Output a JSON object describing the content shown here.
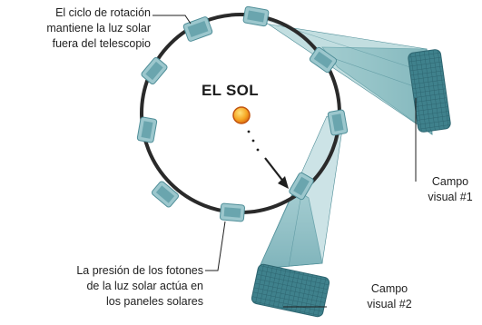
{
  "diagram": {
    "sun_label": "EL SOL",
    "notes": {
      "rotation": [
        "El ciclo de rotación",
        "mantiene la luz solar",
        "fuera del telescopio"
      ],
      "photon": [
        "La presión de los fotones",
        "de la luz solar actúa en",
        "los paneles solares"
      ],
      "field1": [
        "Campo",
        "visual #1"
      ],
      "field2": [
        "Campo",
        "visual #2"
      ]
    },
    "colors": {
      "orbit": "#2a2a2a",
      "satellite": "#8fbfc6",
      "satellite_dark": "#4f8e98",
      "beam": "#6fa7ad",
      "field": "#3e7f8b",
      "sun": "#f0a020",
      "sun_rim": "#d05a10"
    }
  }
}
